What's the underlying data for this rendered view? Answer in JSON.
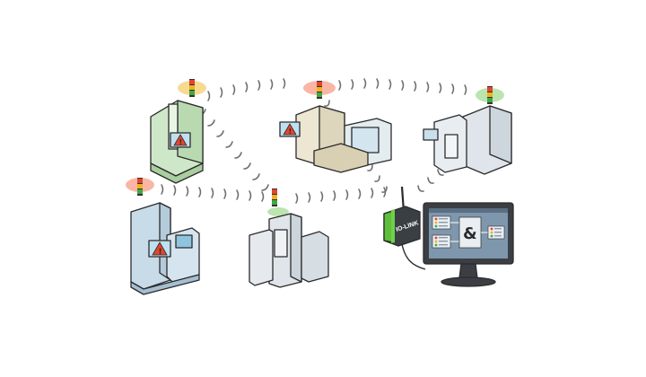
{
  "palette": {
    "machine_grey": "#dfe5ea",
    "machine_green": "#cfe7c9",
    "machine_blue": "#c8dbe8",
    "machine_beige": "#ece6d3",
    "signal_red": "#e2452d",
    "signal_amber": "#f2b21b",
    "signal_green": "#3fa842",
    "gateway_green": "#5fbf3b",
    "monitor_frame": "#3b3f44",
    "screen_bg": "#7e97ad",
    "warning_yellow": "#f4d000"
  },
  "machines": [
    {
      "id": "m1",
      "status": "amber",
      "body": "green",
      "warning": true
    },
    {
      "id": "m2",
      "status": "red",
      "body": "beige",
      "warning": true
    },
    {
      "id": "m3",
      "status": "green",
      "body": "grey",
      "warning": false
    },
    {
      "id": "m4",
      "status": "red",
      "body": "blue",
      "warning": true
    },
    {
      "id": "m5",
      "status": "green",
      "body": "grey",
      "warning": false
    }
  ],
  "gateway": {
    "icon": "wireless-gateway-icon",
    "label": "IO-LINK"
  },
  "monitor": {
    "logic_symbol": "&",
    "icon": "logic-and-icon"
  }
}
